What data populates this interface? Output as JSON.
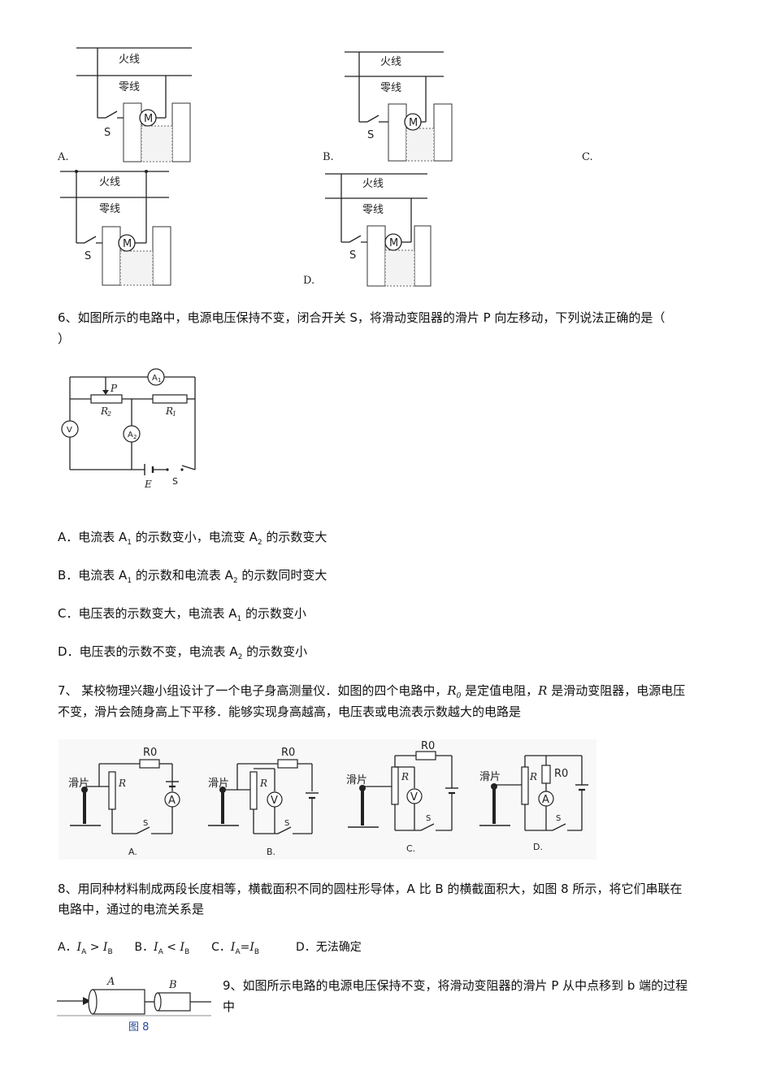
{
  "q5": {
    "figures": [
      {
        "option": "A.",
        "live": "火线",
        "neutral": "零线",
        "switch": "S",
        "motor": "M"
      },
      {
        "option": "B.",
        "live": "火线",
        "neutral": "零线",
        "switch": "S",
        "motor": "M"
      },
      {
        "option": "C.",
        "live": "火线",
        "neutral": "零线",
        "switch": "S",
        "motor": "M"
      },
      {
        "option": "D.",
        "live": "火线",
        "neutral": "零线",
        "switch": "S",
        "motor": "M"
      }
    ]
  },
  "q6": {
    "stem_line1": "6、如图所示的电路中，电源电压保持不变，闭合开关 S，将滑动变阻器的滑片 P 向左移动，下列说法正确的是（",
    "stem_line2": "）",
    "circuit": {
      "P": "P",
      "R2": "R",
      "R2_sub": "2",
      "R1": "R",
      "R1_sub": "1",
      "A1": "A",
      "A1_sub": "1",
      "A2": "A",
      "A2_sub": "2",
      "V": "V",
      "E": "E",
      "S": "S"
    },
    "options": [
      {
        "pre": "A．电流表 A",
        "sub1": "1",
        "mid": " 的示数变小，电流变 A",
        "sub2": "2",
        "post": " 的示数变大"
      },
      {
        "pre": "B．电流表 A",
        "sub1": "1",
        "mid": " 的示数和电流表 A",
        "sub2": "2",
        "post": " 的示数同时变大"
      },
      {
        "pre": "C．电压表的示数变大，电流表 A",
        "sub1": "1",
        "mid": " 的示数变小",
        "sub2": "",
        "post": ""
      },
      {
        "pre": "D．电压表的示数不变，电流表 A",
        "sub1": "2",
        "mid": " 的示数变小",
        "sub2": "",
        "post": ""
      }
    ]
  },
  "q7": {
    "stem_a": "7、 某校物理兴趣小组设计了一个电子身高测量仪．如图的四个电路中，",
    "r0": "R",
    "r0_sub": "0",
    "stem_b": " 是定值电阻，",
    "r": "R",
    "stem_c": " 是滑动变阻器，电源电压",
    "stem_line2": "不变，滑片会随身高上下平移．能够实现身高越高，电压表或电流表示数越大的电路是",
    "figures": [
      {
        "option": "A.",
        "slider": "滑片",
        "r": "R",
        "r0": "R0",
        "meter": "A",
        "switch": "S"
      },
      {
        "option": "B.",
        "slider": "滑片",
        "r": "R",
        "r0": "R0",
        "meter": "V",
        "switch": "S"
      },
      {
        "option": "C.",
        "slider": "滑片",
        "r": "R",
        "r0": "R0",
        "meter": "V",
        "switch": "S"
      },
      {
        "option": "D.",
        "slider": "滑片",
        "r": "R",
        "r0": "R0",
        "meter": "A",
        "switch": "S"
      }
    ]
  },
  "q8": {
    "stem_line1": "8、用同种材料制成两段长度相等，横截面积不同的圆柱形导体，A 比 B 的横截面积大，如图 8 所示，将它们串联在",
    "stem_line2": "电路中，通过的电流关系是",
    "options": {
      "a_pre": "A．",
      "a_rel": " > ",
      "b_pre": "B．",
      "b_rel": " < ",
      "c_pre": "C．",
      "c_rel": "=",
      "d": "D．无法确定",
      "I": "I",
      "sub_a": "A",
      "sub_b": "B"
    },
    "figure": {
      "a": "A",
      "b": "B",
      "caption": "图 8"
    }
  },
  "q9": {
    "stem_line1": "9、如图所示电路的电源电压保持不变，将滑动变阻器的滑片 P 从中点移到 b 端的过程",
    "stem_line2": "中"
  }
}
